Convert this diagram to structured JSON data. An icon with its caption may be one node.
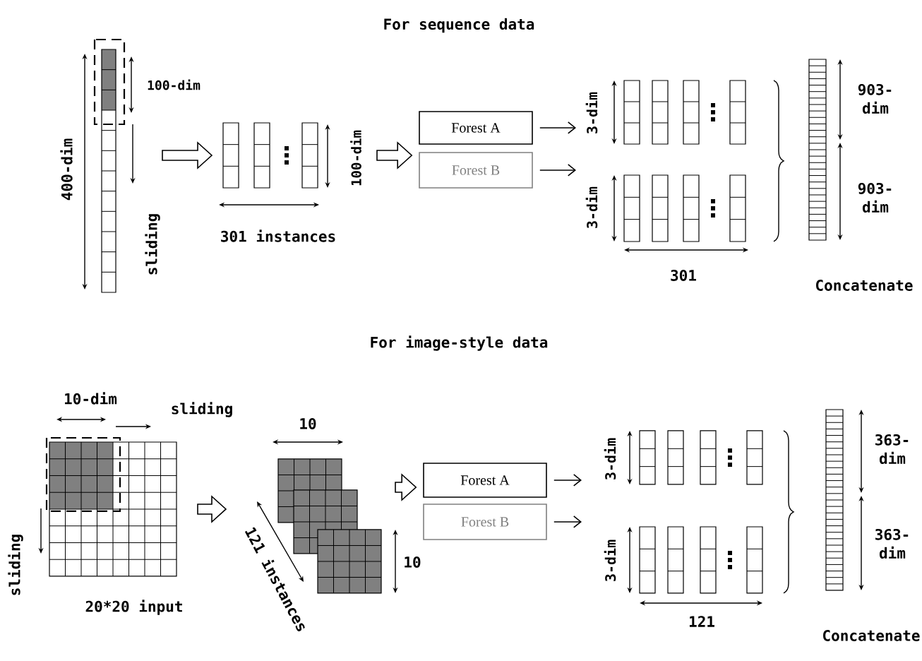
{
  "diagram": {
    "nodes": [
      {
        "text": [],
        "shape": "bar",
        "beside": [
          "400-dim"
        ]
      },
      {
        "text": [],
        "shape": "box",
        "beside": [
          "100-dim",
          "301 instances"
        ]
      },
      {
        "text": [
          "Forest A"
        ]
      },
      {
        "text": [
          "Forest B"
        ]
      },
      {
        "text": [],
        "shape": "box",
        "beside": [
          "3-dim"
        ]
      },
      {
        "text": [],
        "shape": "box",
        "beside": [
          "3-dim"
        ]
      },
      {
        "text": [],
        "shape": "bar",
        "beside": [
          "903-dim",
          "903-dim"
        ]
      },
      {
        "text": [],
        "shape": "grid",
        "beside": [
          "10-dim",
          "20*20 input"
        ]
      },
      {
        "text": [],
        "shape": "stack",
        "beside": [
          "121 instances"
        ]
      },
      {
        "text": [
          "Forest A"
        ]
      },
      {
        "text": [
          "Forest B"
        ]
      },
      {
        "text": [],
        "shape": "box",
        "beside": [
          "3-dim"
        ]
      },
      {
        "text": [],
        "shape": "box",
        "beside": [
          "3-dim"
        ]
      },
      {
        "text": [],
        "shape": "bar",
        "beside": [
          "363-dim",
          "363-dim"
        ]
      }
    ],
    "edges": [
      {
        "from": 0,
        "to": 1,
        "arrow": "to",
        "style": "thick"
      },
      {
        "from": 1,
        "to": 2,
        "arrow": "to",
        "style": "thick"
      },
      {
        "from": 1,
        "to": 3,
        "arrow": "to",
        "style": "thick"
      },
      {
        "from": 2,
        "to": 4,
        "arrow": "to"
      },
      {
        "from": 3,
        "to": 5,
        "arrow": "to"
      },
      {
        "from": 7,
        "to": 8,
        "arrow": "to",
        "style": "thick"
      },
      {
        "from": 8,
        "to": 9,
        "arrow": "to",
        "style": "thick"
      },
      {
        "from": 8,
        "to": 10,
        "arrow": "to",
        "style": "thick"
      },
      {
        "from": 9,
        "to": 11,
        "arrow": "to"
      },
      {
        "from": 10,
        "to": 12,
        "arrow": "to"
      }
    ],
    "labels": [
      "For sequence data",
      "100-dim",
      "sliding",
      "301",
      "Concatenate",
      "For image-style data",
      "sliding",
      "sliding",
      "10",
      "10",
      "121",
      "Concatenate"
    ]
  }
}
